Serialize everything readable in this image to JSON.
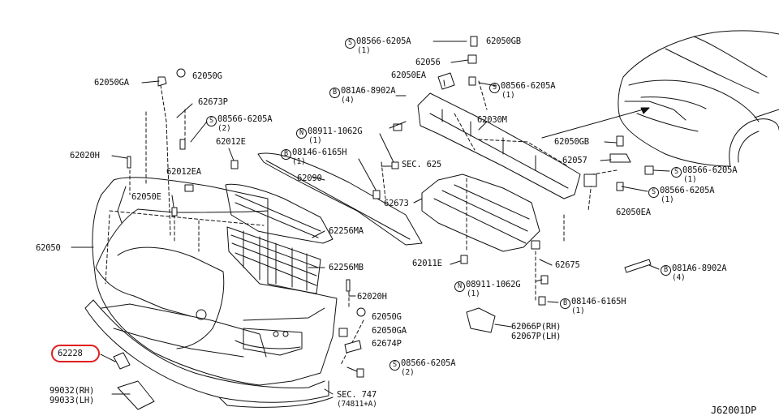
{
  "diagram": {
    "reference_code": "J62001DP",
    "highlight_color": "#e01d1d",
    "labels": {
      "p62050GA_l": "62050GA",
      "p62050G_l": "62050G",
      "p62673P": "62673P",
      "p08566_a": "08566-6205A",
      "p08566_a_q": "(2)",
      "p62020H_l": "62020H",
      "p62012E": "62012E",
      "p62012EA": "62012EA",
      "p62050E": "62050E",
      "p62050": "62050",
      "p62228": "62228",
      "p99032": "99032(RH)",
      "p99033": "99033(LH)",
      "p08566_t": "08566-6205A",
      "p08566_t_q": "(1)",
      "p62050GB_t": "62050GB",
      "p62056": "62056",
      "p62050EA_t": "62050EA",
      "p08566_m": "08566-6205A",
      "p08566_m_q": "(1)",
      "p081A6_t": "081A6-8902A",
      "p081A6_t_q": "(4)",
      "p08911_t": "08911-1062G",
      "p08911_t_q": "(1)",
      "p08146_t": "08146-6165H",
      "p08146_t_q": "(1)",
      "p62030M": "62030M",
      "p62090": "62090",
      "pSEC625": "SEC. 625",
      "p62673": "62673",
      "p62256MA": "62256MA",
      "p62256MB": "62256MB",
      "p62020H_b": "62020H",
      "p62050G_b": "62050G",
      "p62050GA_b": "62050GA",
      "p62674P": "62674P",
      "p08566_b": "08566-6205A",
      "p08566_b_q": "(2)",
      "pSEC747": "SEC. 747",
      "pSEC747_q": "(74811+A)",
      "p62011E": "62011E",
      "p08911_b": "08911-1062G",
      "p08911_b_q": "(1)",
      "p62675": "62675",
      "p08146_b": "08146-6165H",
      "p08146_b_q": "(1)",
      "p62066P": "62066P(RH)",
      "p62067P": "62067P(LH)",
      "p62050GB_r": "62050GB",
      "p62057": "62057",
      "p08566_r1": "08566-6205A",
      "p08566_r1_q": "(1)",
      "p08566_r2": "08566-6205A",
      "p08566_r2_q": "(1)",
      "p62050EA_r": "62050EA",
      "p081A6_r": "081A6-8902A",
      "p081A6_r_q": "(4)"
    },
    "prefix_symbols": {
      "S": "S",
      "B": "B",
      "N": "N"
    }
  }
}
